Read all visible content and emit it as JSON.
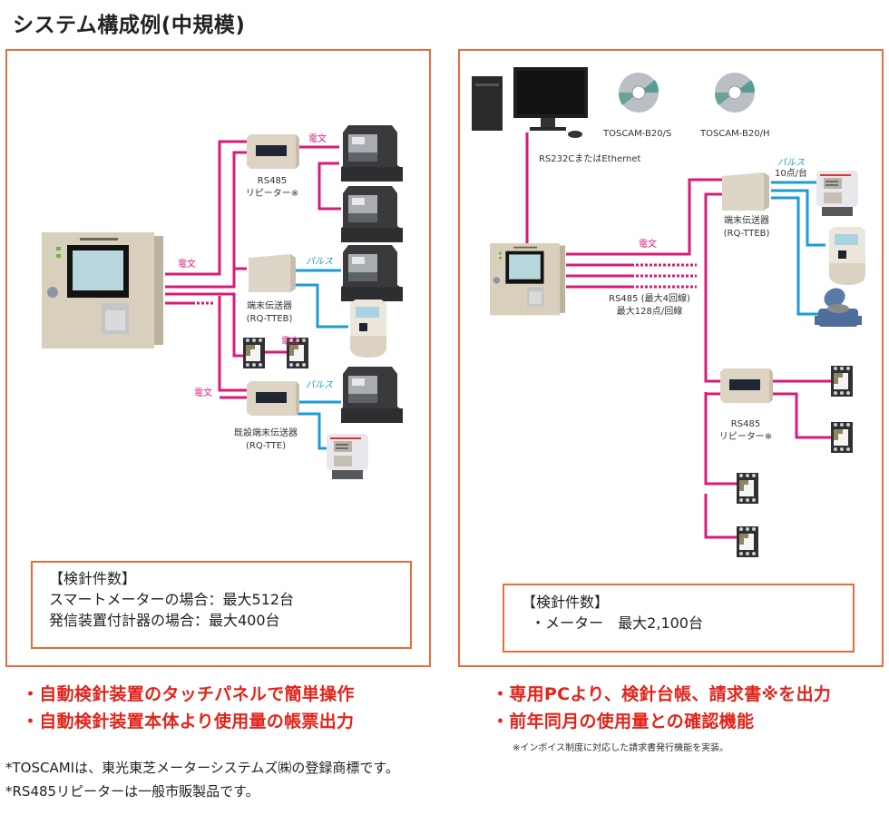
{
  "title": "システム構成例(中規模)",
  "colors": {
    "panel_border": "#ec6a3c",
    "telegram_line": "#d81b7a",
    "pulse_line": "#1e9ad6",
    "feature_text": "#e3241b"
  },
  "left_panel": {
    "labels": {
      "telegram_main": "電文",
      "telegram_repeater": "電文",
      "telegram_meters": "電文",
      "telegram_existing": "電文",
      "repeater_line1": "RS485",
      "repeater_line2": "リピーター※",
      "pulse_tteb": "パルス",
      "tteb_line1": "端末伝送器",
      "tteb_line2": "(RQ-TTEB)",
      "pulse_tte": "パルス",
      "tte_line1": "既設端末伝送器",
      "tte_line2": "(RQ-TTE)"
    },
    "count_box": {
      "heading": "【検針件数】",
      "lines": [
        "スマートメーターの場合：最大512台",
        "発信装置付計器の場合：最大400台"
      ]
    }
  },
  "right_panel": {
    "labels": {
      "cd1": "TOSCAM-B20/S",
      "cd2": "TOSCAM-B20/H",
      "pc_link": "RS232CまたはEthernet",
      "pulse": "パルス",
      "pulse_count": "10点/台",
      "tteb_line1": "端末伝送器",
      "tteb_line2": "(RQ-TTEB)",
      "telegram": "電文",
      "rs485_line1": "RS485 (最大4回線)",
      "rs485_line2": "最大128点/回線",
      "repeater_line1": "RS485",
      "repeater_line2": "リピーター※"
    },
    "count_box": {
      "heading": "【検針件数】",
      "lines": [
        "  ・メーター　最大2,100台"
      ]
    }
  },
  "features_left": [
    "・自動検針装置のタッチパネルで簡単操作",
    "・自動検針装置本体より使用量の帳票出力"
  ],
  "features_right": [
    "・専用PCより、検針台帳、請求書※を出力",
    "・前年同月の使用量との確認機能"
  ],
  "invoice_note": "※インボイス制度に対応した請求書発行機能を実装。",
  "footnotes": [
    "*TOSCAMIは、東光東芝メーターシステムズ㈱の登録商標です。",
    "*RS485リピーターは一般市販製品です。"
  ]
}
